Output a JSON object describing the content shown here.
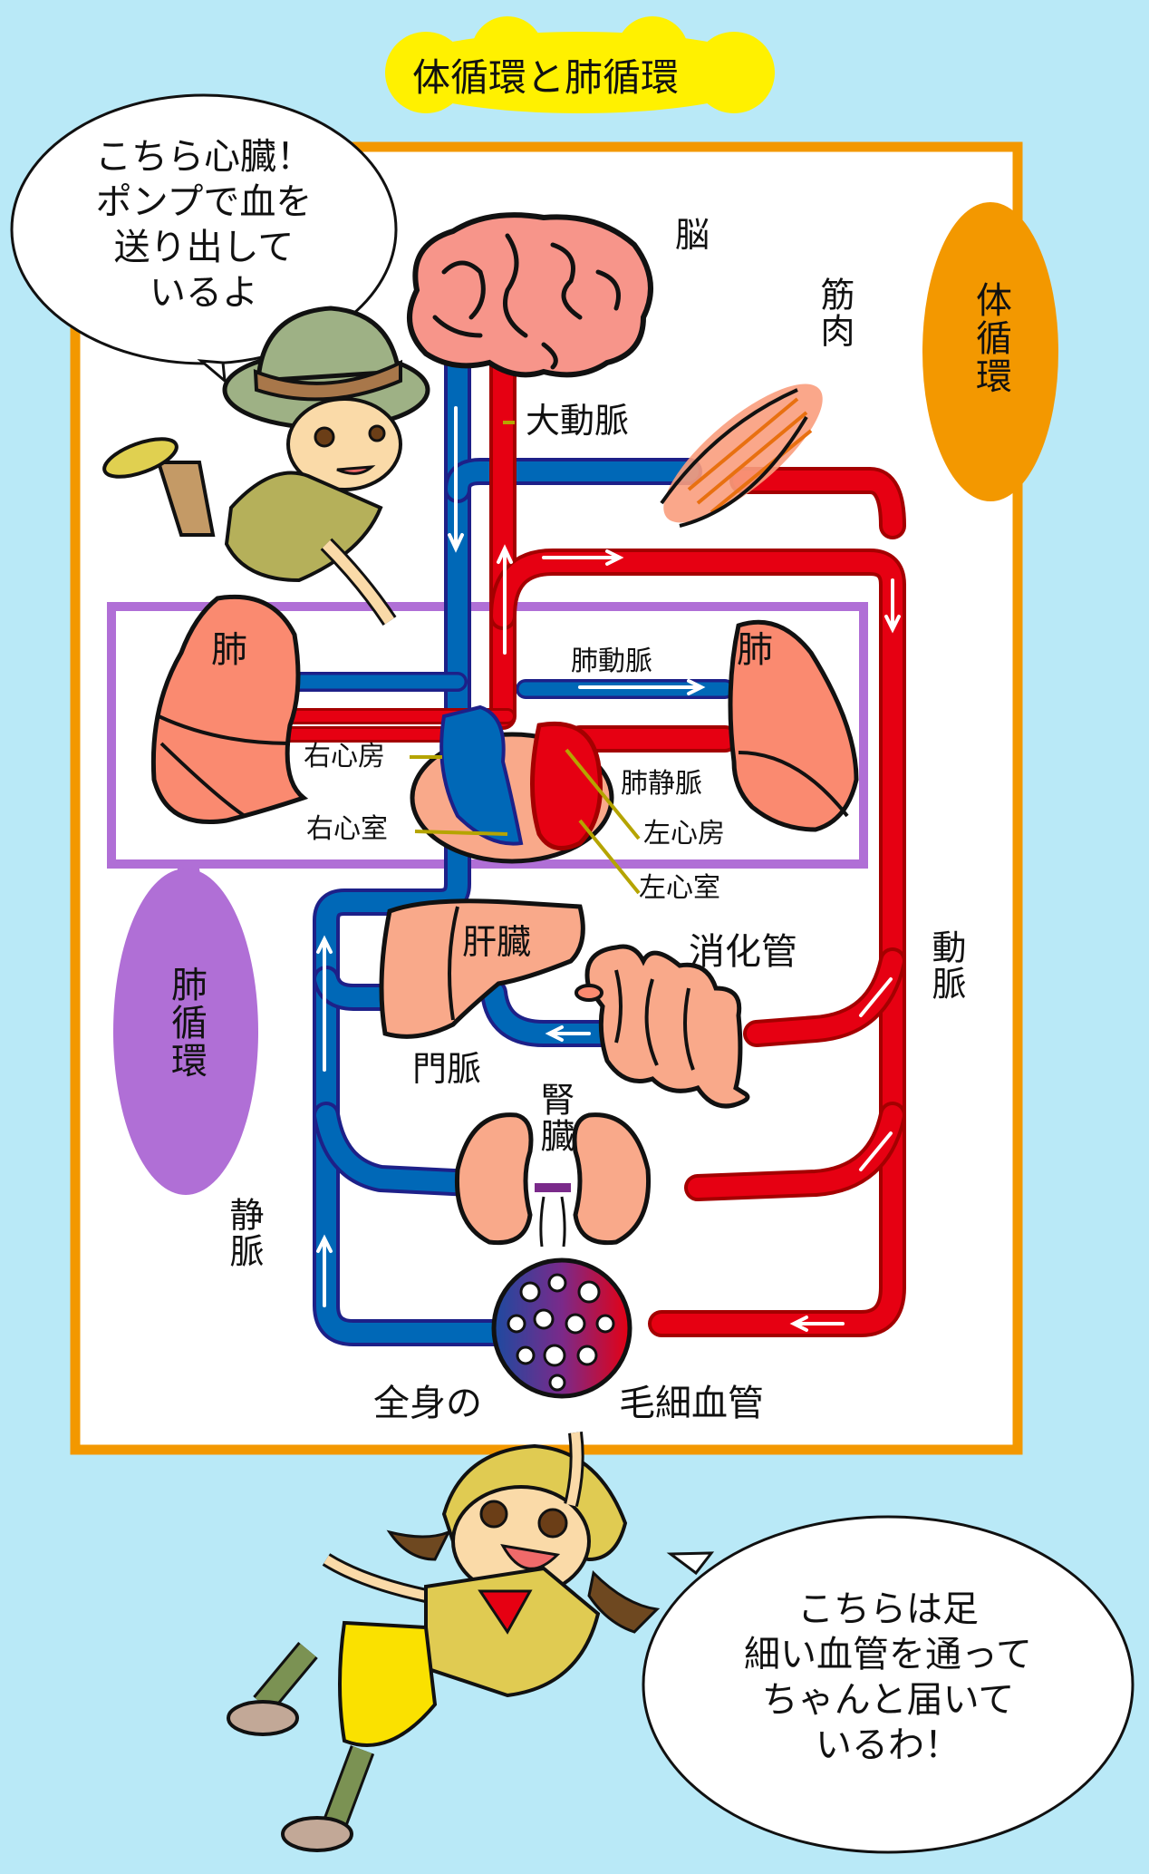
{
  "title": "体循環と肺循環",
  "labels": {
    "systemic_circulation": "体循環",
    "pulmonary_circulation": "肺循環",
    "brain": "脳",
    "muscle": "筋肉",
    "aorta": "大動脈",
    "lung_left": "肺",
    "lung_right": "肺",
    "pulmonary_artery": "肺動脈",
    "pulmonary_vein": "肺静脈",
    "right_atrium": "右心房",
    "right_ventricle": "右心室",
    "left_atrium": "左心房",
    "left_ventricle": "左心室",
    "liver": "肝臓",
    "digestive_tract": "消化管",
    "portal_vein": "門脈",
    "kidney": "腎臓",
    "artery": "動脈",
    "vein": "静脈",
    "capillaries_prefix": "全身の",
    "capillaries": "毛細血管"
  },
  "bubbles": {
    "boy": [
      "こちら心臓！",
      "ポンプで血を",
      "送り出して",
      "いるよ"
    ],
    "girl": [
      "こちらは足",
      "細い血管を通って",
      "ちゃんと届いて",
      "いるわ！"
    ]
  },
  "colors": {
    "background": "#b9e9f7",
    "systemic_border": "#f39800",
    "pulmonary_border": "#b06fd6",
    "title_highlight": "#fff100",
    "artery": "#e60012",
    "artery_dark": "#a40000",
    "vein": "#0068b7",
    "vein_dark": "#1d2088",
    "organ": "#f9a98a",
    "lung": "#fa8a70",
    "brain": "#f7958a"
  },
  "icons": {
    "boy": "boy-explorer-icon",
    "girl": "girl-explorer-icon",
    "brain": "brain-icon",
    "heart": "heart-icon",
    "capillary_net": "capillary-net-icon"
  }
}
